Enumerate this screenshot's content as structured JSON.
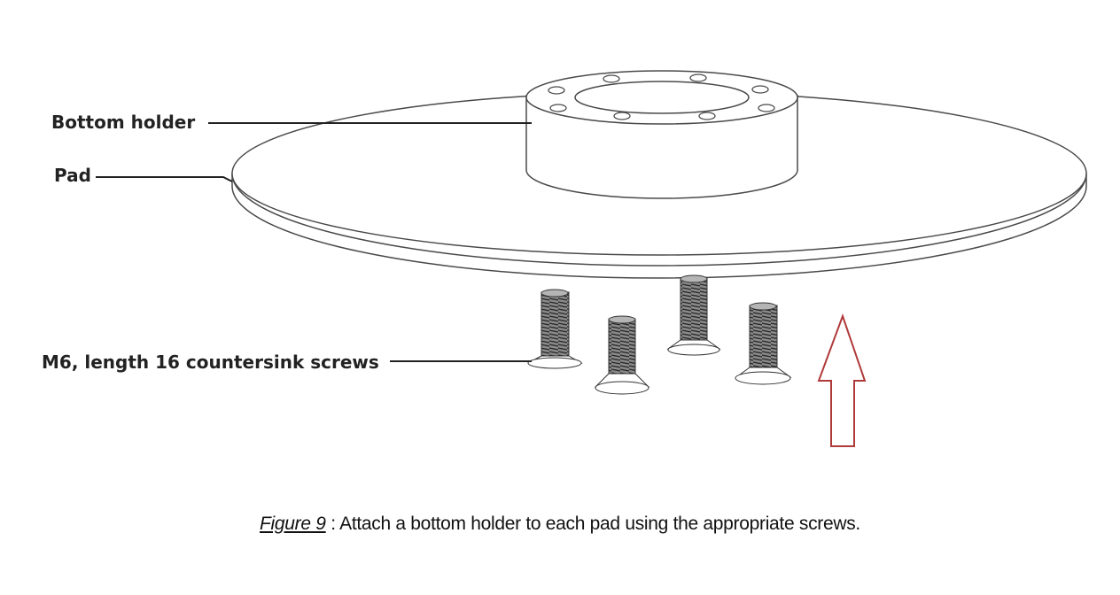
{
  "labels": {
    "bottom_holder": "Bottom holder",
    "pad": "Pad",
    "screws": "M6, length 16 countersink screws"
  },
  "caption": {
    "figure_ref": "Figure 9",
    "separator": " : ",
    "text": "Attach a bottom holder to each pad using the appropriate screws."
  },
  "colors": {
    "line": "#4a4a4a",
    "arrow": "#b03a3a"
  }
}
